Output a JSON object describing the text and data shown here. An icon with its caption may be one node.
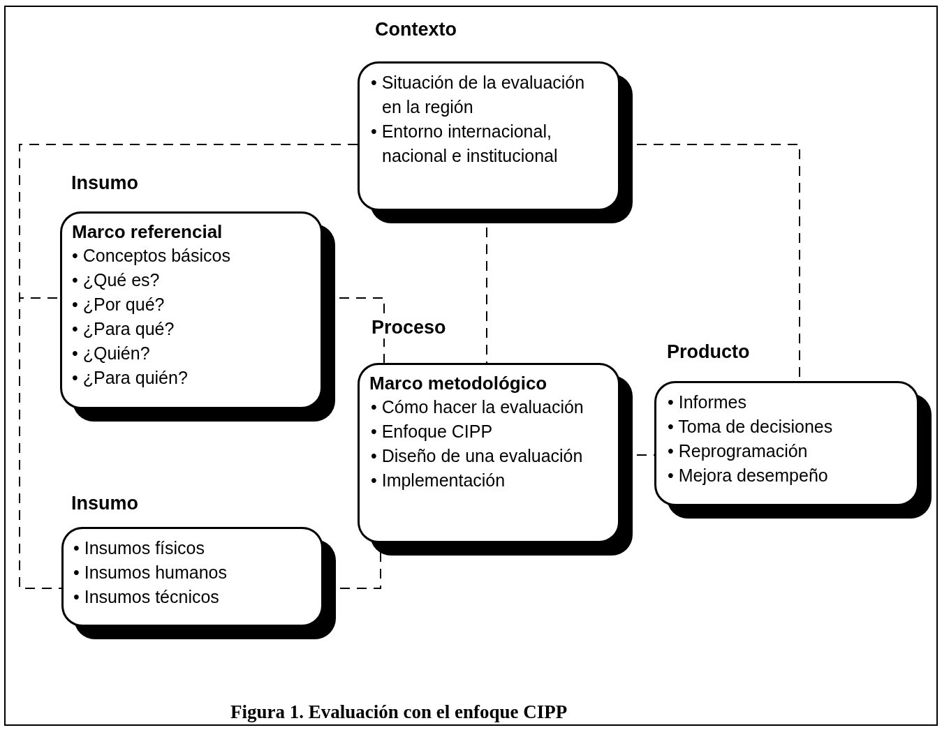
{
  "diagram": {
    "caption": "Figura 1. Evaluación con el enfoque CIPP",
    "nodes": [
      {
        "text": [
          "Contexto",
          "• Situación de la evaluación en la región",
          "• Entorno internacional, nacional e institucional"
        ]
      },
      {
        "text": [
          "Insumo",
          "Marco referencial",
          "• Conceptos básicos",
          "• ¿Qué es?",
          "• ¿Por qué?",
          "• ¿Para qué?",
          "• ¿Quién?",
          "• ¿Para quién?"
        ]
      },
      {
        "text": [
          "Insumo",
          "• Insumos físicos",
          "• Insumos humanos",
          "• Insumos técnicos"
        ]
      },
      {
        "text": [
          "Proceso",
          "Marco metodológico",
          "• Cómo hacer la evaluación",
          "• Enfoque CIPP",
          "• Diseño de una evaluación",
          "• Implementación"
        ]
      },
      {
        "text": [
          "Producto",
          "• Informes",
          "• Toma de decisiones",
          "• Reprogramación",
          "• Mejora desempeño"
        ]
      }
    ],
    "edges": [
      {
        "from": 0,
        "to": 1,
        "arrow": "none",
        "style": "dashed"
      },
      {
        "from": 0,
        "to": 2,
        "arrow": "none",
        "style": "dashed"
      },
      {
        "from": 0,
        "to": 4,
        "arrow": "none",
        "style": "dashed"
      },
      {
        "from": 0,
        "to": 3,
        "arrow": "none",
        "style": "dashed"
      },
      {
        "from": 1,
        "to": 3,
        "arrow": "none",
        "style": "dashed"
      },
      {
        "from": 2,
        "to": 3,
        "arrow": "none",
        "style": "dashed"
      },
      {
        "from": 3,
        "to": 4,
        "arrow": "none",
        "style": "dashed"
      }
    ]
  }
}
